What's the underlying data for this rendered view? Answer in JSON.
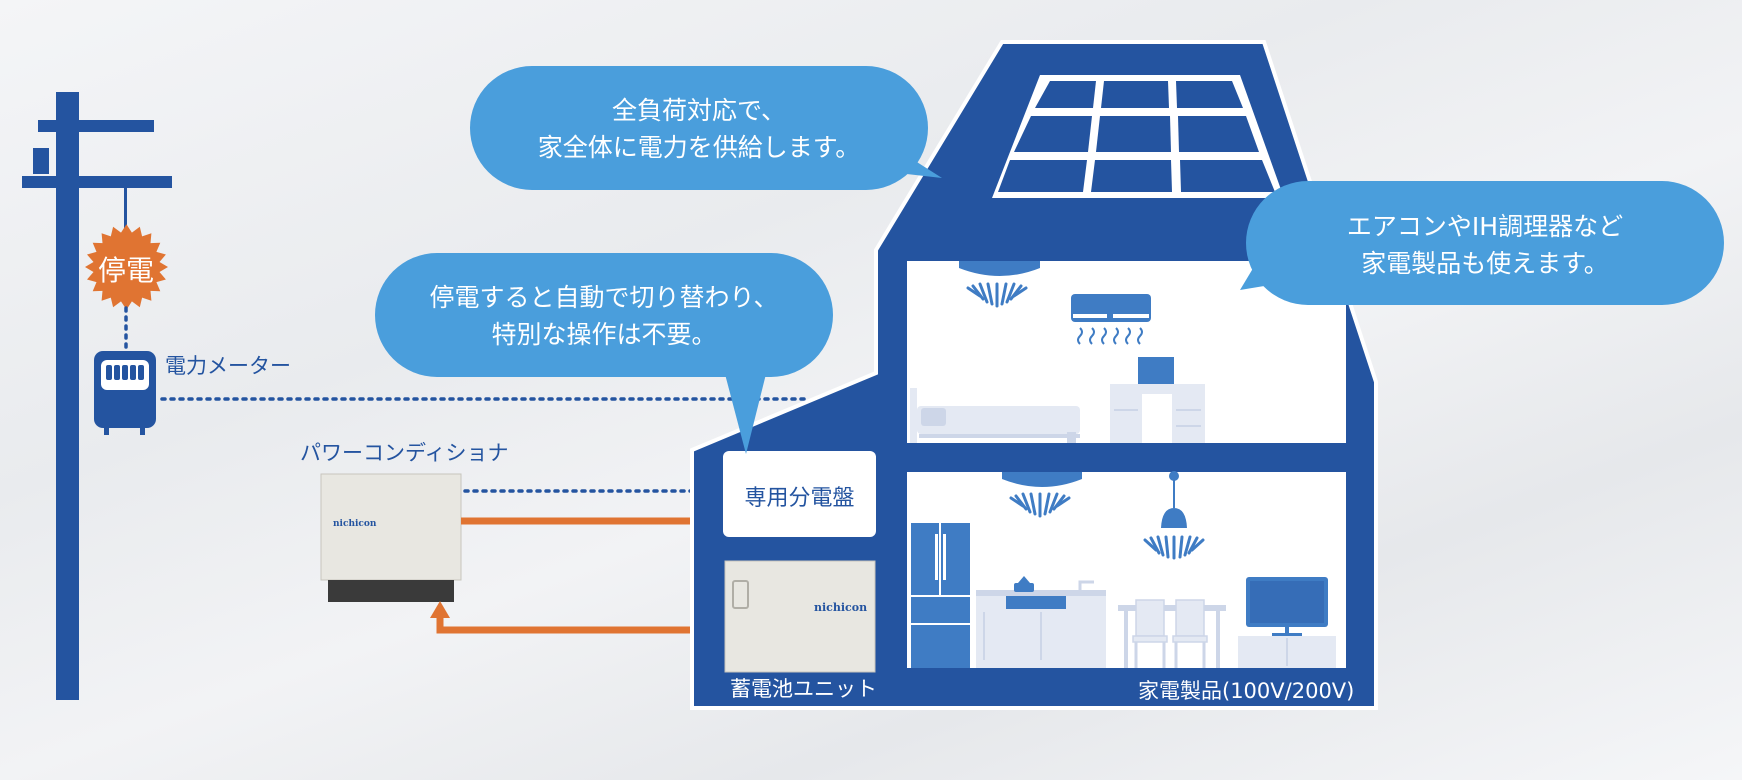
{
  "bubbles": {
    "whole_house": {
      "line1": "全負荷対応で、",
      "line2": "家全体に電力を供給します。"
    },
    "auto_switch": {
      "line1": "停電すると自動で切り替わり、",
      "line2": "特別な操作は不要。"
    },
    "appliances": {
      "line1": "エアコンやIH調理器など",
      "line2": "家電製品も使えます。"
    }
  },
  "labels": {
    "outage": "停電",
    "power_meter": "電力メーター",
    "power_conditioner": "パワーコンディショナ",
    "distribution_board": "専用分電盤",
    "battery_unit": "蓄電池ユニット",
    "appliances": "家電製品(100V/200V)"
  },
  "brand": {
    "conditioner": "nichicon",
    "battery": "nichicon"
  },
  "colors": {
    "house_blue": "#2454a0",
    "bubble_blue": "#4a9edc",
    "arrow_orange": "#e07432",
    "outage_badge": "#e07432",
    "unit_body": "#e8e7e1",
    "appliance_fill": "#e4e9f3",
    "appliance_accent": "#3f7cc4"
  },
  "icons": [
    "utility-pole-icon",
    "power-meter-icon",
    "solar-panel-icon",
    "light-icon",
    "air-conditioner-icon",
    "bed-icon",
    "desk-icon",
    "refrigerator-icon",
    "kitchen-stove-icon",
    "dining-table-icon",
    "pendant-lamp-icon",
    "television-icon"
  ]
}
